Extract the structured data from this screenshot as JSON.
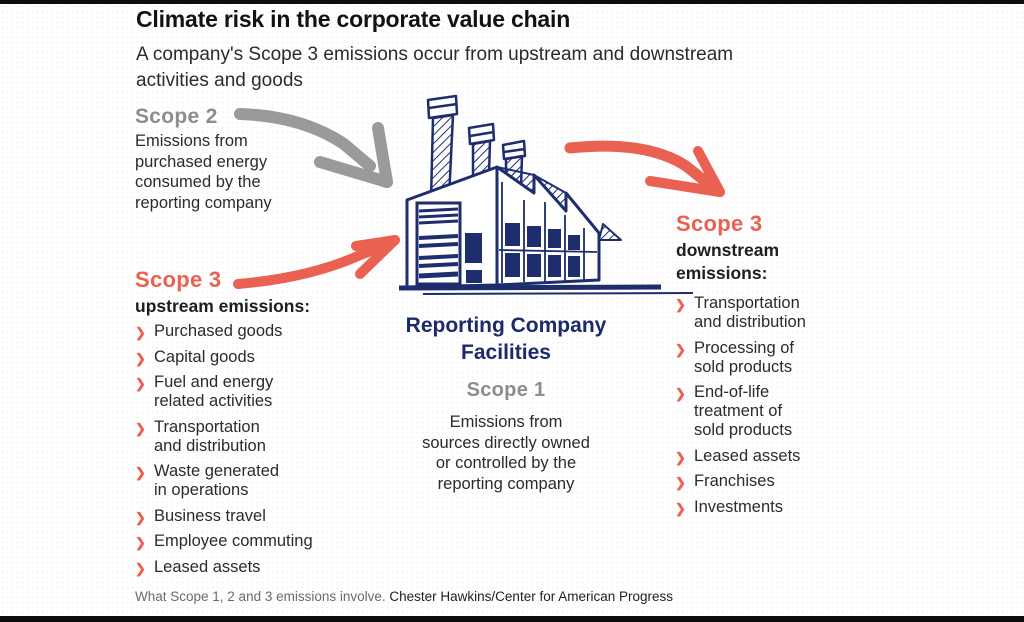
{
  "header": {
    "title": "Climate risk in the corporate value chain",
    "subtitle": "A company's Scope 3 emissions occur from upstream and downstream\nactivities and goods"
  },
  "scope2": {
    "heading": "Scope 2",
    "description": "Emissions from\npurchased energy\nconsumed by the\nreporting company"
  },
  "scope1": {
    "heading": "Scope 1",
    "facility_label": "Reporting Company\nFacilities",
    "description": "Emissions from\nsources directly owned\nor controlled by the\nreporting company"
  },
  "scope3_upstream": {
    "heading": "Scope 3",
    "subheading": "upstream emissions:",
    "items": [
      "Purchased goods",
      "Capital goods",
      "Fuel and energy\nrelated activities",
      "Transportation\nand distribution",
      "Waste generated\nin operations",
      "Business travel",
      "Employee commuting",
      "Leased assets"
    ]
  },
  "scope3_downstream": {
    "heading": "Scope 3",
    "subheading": "downstream\nemissions:",
    "items": [
      "Transportation\nand distribution",
      "Processing of\nsold products",
      "End-of-life\ntreatment of\nsold products",
      "Leased assets",
      "Franchises",
      "Investments"
    ]
  },
  "footer": {
    "caption": "What Scope 1, 2 and 3 emissions involve. ",
    "credit": "Chester Hawkins/Center for American Progress"
  },
  "icons": {
    "chevron_bullet": "❯",
    "factory": "hand-drawn factory building with three chimneys",
    "gray_arrow": "brush arrow pointing down-right",
    "red_arrow_in": "brush arrow pointing up-right",
    "red_arrow_out": "brush arrow pointing down-right"
  },
  "colors": {
    "accent_red": "#ea6151",
    "navy": "#1e2d6e",
    "heading_gray": "#8d8d8d",
    "arrow_gray": "#9a9a9a"
  }
}
